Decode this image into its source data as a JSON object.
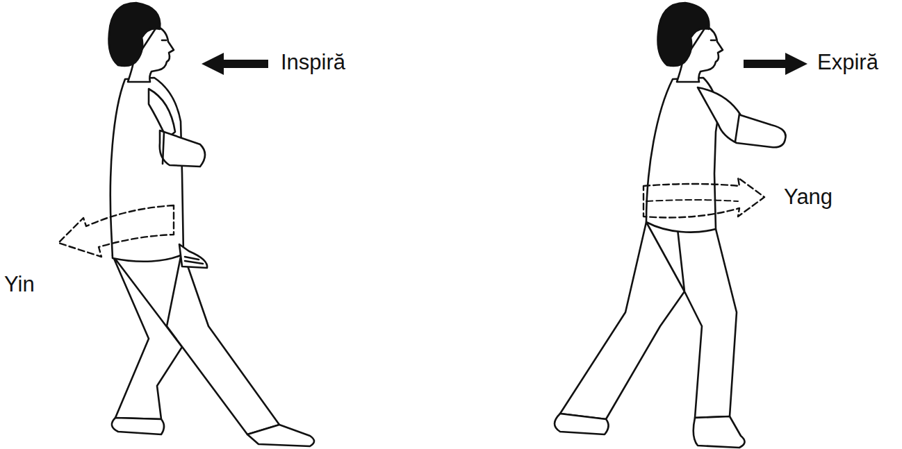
{
  "diagram": {
    "labels": [
      "Inspiră",
      "Yin",
      "Expiră",
      "Yang"
    ]
  }
}
